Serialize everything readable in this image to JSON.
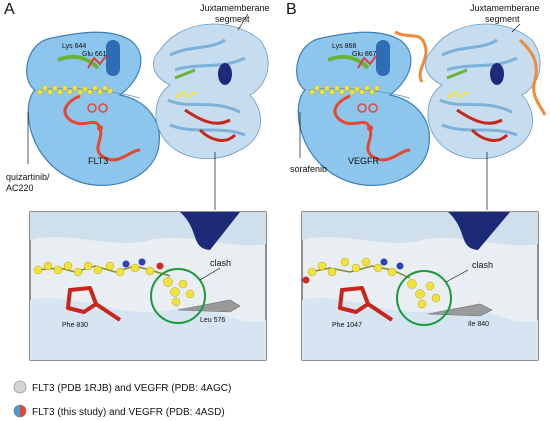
{
  "panels": [
    {
      "letter": "A",
      "cartoon_label": "FLT3",
      "lys_label": "Lys 644",
      "glu_label": "Glu 661",
      "drug_label_line1": "quizartinib/",
      "drug_label_line2": "AC220",
      "juxta_line1": "Juxtamemberane",
      "juxta_line2": "segment",
      "phe_label": "Phe 830",
      "gate_label": "Leu 576",
      "clash_label": "clash"
    },
    {
      "letter": "B",
      "cartoon_label": "VEGFR",
      "lys_label": "Lys 868",
      "glu_label": "Glu 867",
      "drug_label_line1": "sorafenib",
      "drug_label_line2": "",
      "juxta_line1": "Juxtamemberane",
      "juxta_line2": "segment",
      "phe_label": "Phe 1047",
      "gate_label": "Ile 840",
      "clash_label": "clash"
    }
  ],
  "legend": [
    {
      "text": "FLT3 (PDB 1RJB) and VEGFR (PDB: 4AGC)"
    },
    {
      "text": "FLT3 (this study) and VEGFR (PDB: 4ASD)"
    }
  ],
  "colors": {
    "cartoon_fill": "#8cc6ec",
    "helix_blue": "#2e6db4",
    "loop_red": "#e8472f",
    "drug_yellow": "#f2e33a",
    "juxta_orange": "#f08a3c",
    "clash_green": "#1a9a3a",
    "phe_red": "#c8261c",
    "navy_helix": "#1c2a78"
  }
}
